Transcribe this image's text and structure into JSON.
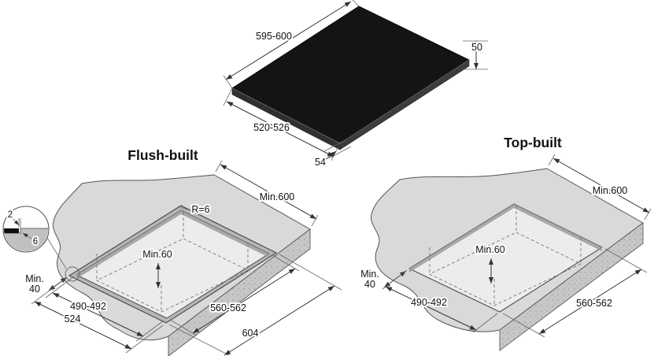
{
  "colors": {
    "glass": "#141414",
    "glass_side_left": "#303030",
    "glass_side_right": "#3d3d3d",
    "counter_top": "#d9d9d9",
    "counter_front": "#c7c7c7",
    "rebate_band": "#b7b7b7",
    "cutout_hole": "#ececec",
    "cutout_wall": "#9c9c9c"
  },
  "cooktop": {
    "width_label": "595-600",
    "height_label": "50",
    "depth_label": "520-526",
    "front_height_label": "54"
  },
  "flush": {
    "title": "Flush-built",
    "counter_depth": "Min.600",
    "corner_radius": "R=6",
    "clearance_below": "Min.60",
    "side_min_line1": "Min.",
    "side_min_line2": "40",
    "cutout_depth": "490-492",
    "rebate_depth": "524",
    "cutout_width": "560-562",
    "rebate_width": "604",
    "detail_gap": "2",
    "detail_step": "6"
  },
  "topbuilt": {
    "title": "Top-built",
    "counter_depth": "Min.600",
    "clearance_below": "Min.60",
    "side_min_line1": "Min.",
    "side_min_line2": "40",
    "cutout_depth": "490-492",
    "cutout_width": "560-562"
  }
}
